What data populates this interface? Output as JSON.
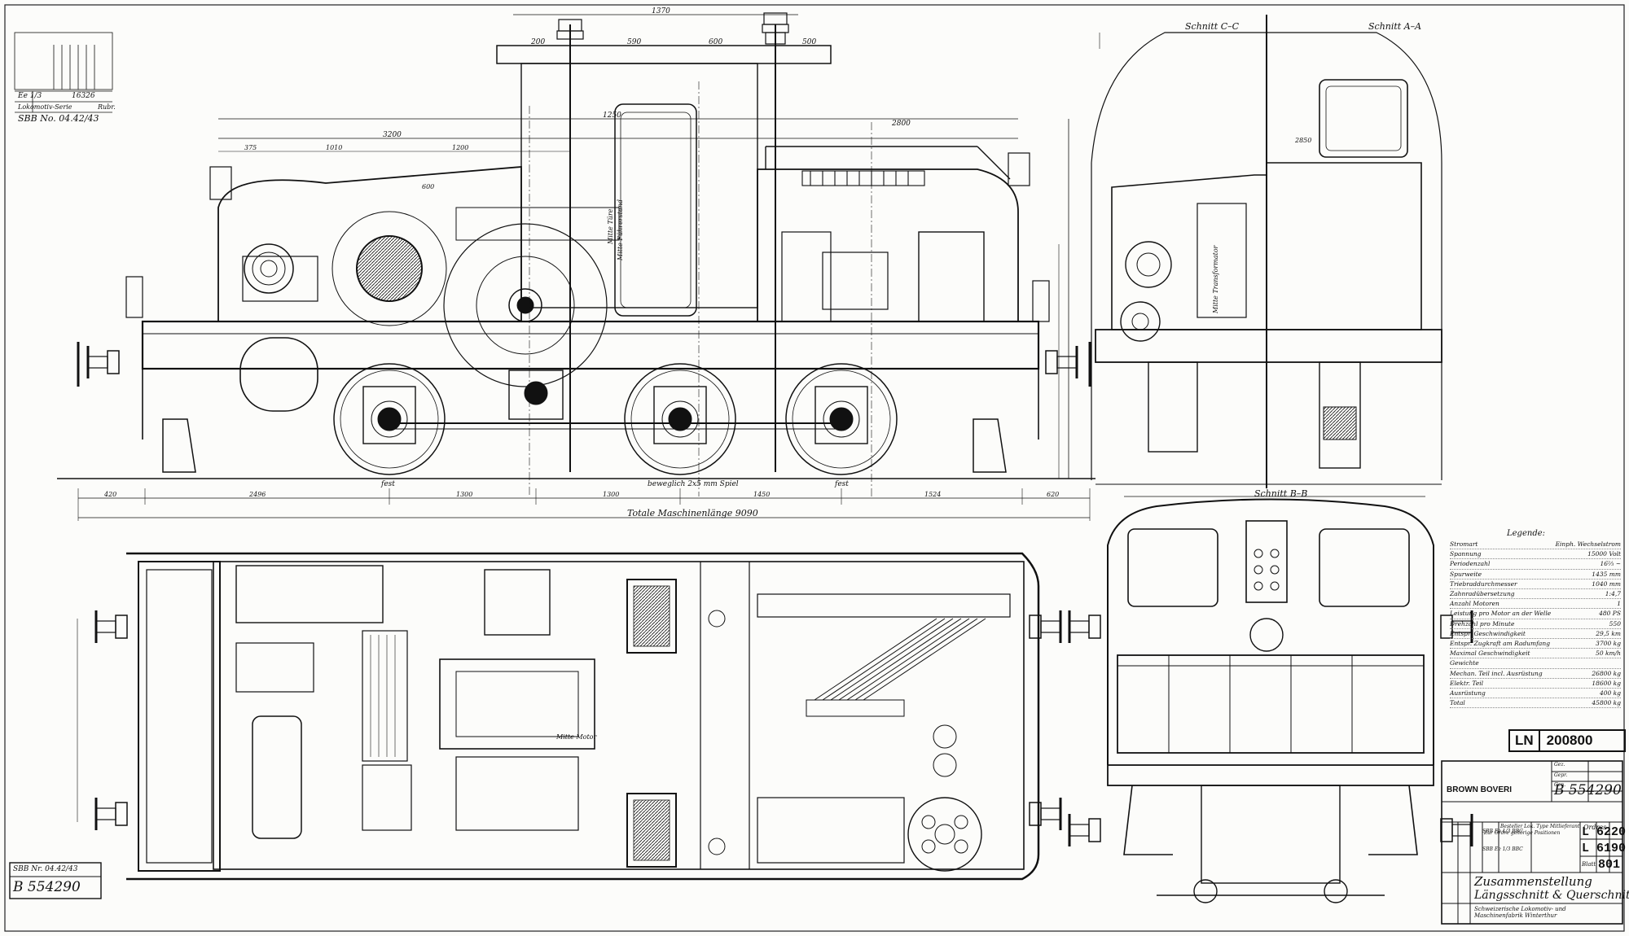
{
  "sheet_stamp": {
    "series_label": "Lokomotiv-Serie",
    "series_value": "Ee 1/3",
    "series_number": "16326",
    "sbb_ref": "SBB No. 04.42/43",
    "rubr_label": "Rubr."
  },
  "sections": {
    "section_cc": "Schnitt C–C",
    "section_aa": "Schnitt A–A",
    "section_bb": "Schnitt B–B"
  },
  "annotations": {
    "total_length": "Totale Maschinenlänge 9090",
    "play_note": "beweglich 2x5 mm Spiel",
    "fest_left": "fest",
    "fest_right": "fest",
    "motor_label": "Mitte Motor",
    "cab_centre": "Mitte Türe",
    "cab_centre_2": "Mitte Führerstand",
    "trafo_centre": "Mitte Transformator"
  },
  "dimensions_top": [
    "1370",
    "200",
    "600",
    "590",
    "500",
    "1250",
    "2800",
    "3200",
    "375",
    "1010",
    "1200",
    "600",
    "2850"
  ],
  "dimensions_bottom": [
    "420",
    "2496",
    "1300",
    "1300",
    "1450",
    "1524",
    "620"
  ],
  "legend": {
    "title": "Legende:",
    "rows": [
      {
        "label": "Stromart",
        "value": "Einph. Wechselstrom"
      },
      {
        "label": "Spannung",
        "value": "15000 Volt"
      },
      {
        "label": "Periodenzahl",
        "value": "16⅔ ~"
      },
      {
        "label": "Spurweite",
        "value": "1435 mm"
      },
      {
        "label": "Triebraddurchmesser",
        "value": "1040 mm"
      },
      {
        "label": "Zahnradübersetzung",
        "value": "1:4,7"
      },
      {
        "label": "Anzahl Motoren",
        "value": "1"
      },
      {
        "label": "Leistung pro Motor an der Welle",
        "value": "480 PS"
      },
      {
        "label": "Drehzahl pro Minute",
        "value": "550"
      },
      {
        "label": "Entspr. Geschwindigkeit",
        "value": "29,5 km"
      },
      {
        "label": "Entspr. Zugkraft am Radumfang",
        "value": "3700 kg"
      },
      {
        "label": "Maximal Geschwindigkeit",
        "value": "50 km/h"
      },
      {
        "label": "Gewichte",
        "value": ""
      },
      {
        "label": "Mechan. Teil incl. Ausrüstung",
        "value": "26800 kg"
      },
      {
        "label": "Elektr. Teil",
        "value": "18600 kg"
      },
      {
        "label": "Ausrüstung",
        "value": "400 kg"
      },
      {
        "label": "Total",
        "value": "45800 kg"
      }
    ]
  },
  "ln_number": {
    "prefix": "LN",
    "number": "200800"
  },
  "title_block": {
    "company": "BROWN BOVERI",
    "drawing_number": "B 554290",
    "title_line1": "Zusammenstellung",
    "title_line2": "Längsschnitt & Querschnitte",
    "manufacturer": "Schweizerische Lokomotiv- und Maschinenfabrik Winterthur",
    "order_label": "Ordres",
    "order_1": "L 6220",
    "order_2": "L 6190",
    "order_3": "801",
    "ref_1": "SBB Ee 1/3 BBC",
    "ref_2": "SBB Ee 1/3 BBC",
    "col_zur_ordre": "Zur Ordre gehörige Positionen",
    "col_besteller": "Besteller Lok. Type Mitlieferant",
    "col_blatt": "Blatt",
    "gez": "Gez.",
    "gepr": "Gepr.",
    "gen": "Gen."
  },
  "corner_ref": {
    "sbb": "SBB Nr. 04.42/43",
    "number": "B 554290"
  },
  "colors": {
    "ink": "#111111",
    "paper": "#fcfcfa"
  }
}
